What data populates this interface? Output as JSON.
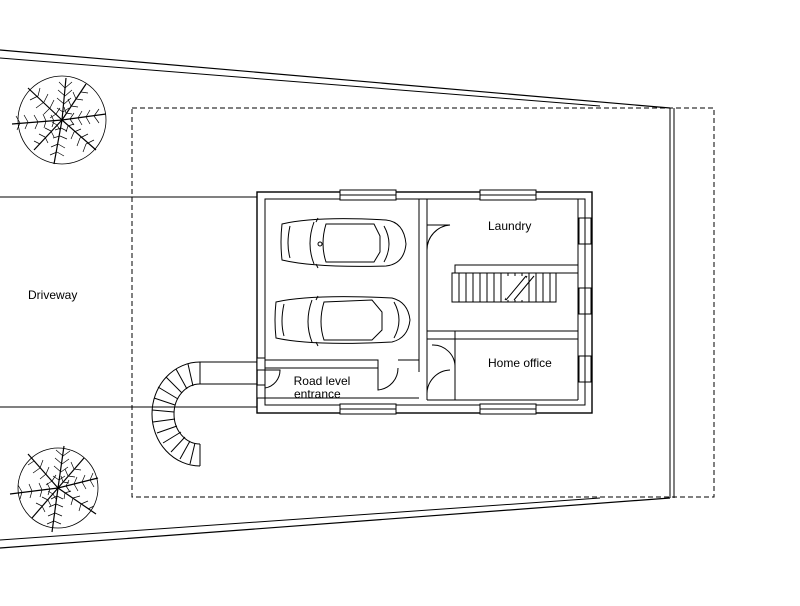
{
  "labels": {
    "driveway": "Driveway",
    "laundry": "Laundry",
    "road_entrance_line1": "Road level",
    "road_entrance_line2": "entrance",
    "home_office": "Home office"
  },
  "colors": {
    "ink": "#000000",
    "background": "#ffffff"
  },
  "icons": [
    "palm-tree-icon",
    "car-icon",
    "spiral-stair-icon",
    "stair-icon",
    "door-swing-icon",
    "window-icon"
  ]
}
